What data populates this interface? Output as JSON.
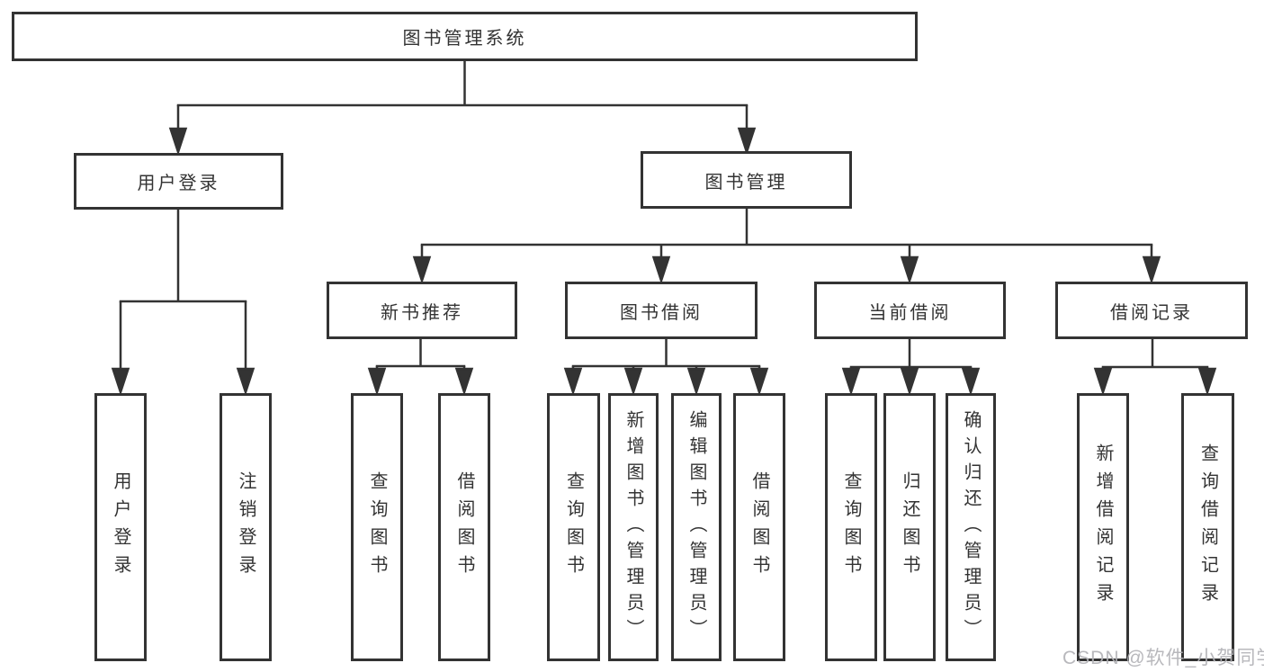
{
  "tree": {
    "label": "图书管理系统",
    "children": [
      {
        "label": "用户登录",
        "children": [
          {
            "label": "用户登录"
          },
          {
            "label": "注销登录"
          }
        ]
      },
      {
        "label": "图书管理",
        "children": [
          {
            "label": "新书推荐",
            "children": [
              {
                "label": "查询图书"
              },
              {
                "label": "借阅图书"
              }
            ]
          },
          {
            "label": "图书借阅",
            "children": [
              {
                "label": "查询图书"
              },
              {
                "label": "新增图书（管理员）"
              },
              {
                "label": "编辑图书（管理员）"
              },
              {
                "label": "借阅图书"
              }
            ]
          },
          {
            "label": "当前借阅",
            "children": [
              {
                "label": "查询图书"
              },
              {
                "label": "归还图书"
              },
              {
                "label": "确认归还（管理员）"
              }
            ]
          },
          {
            "label": "借阅记录",
            "children": [
              {
                "label": "新增借阅记录"
              },
              {
                "label": "查询借阅记录"
              }
            ]
          }
        ]
      }
    ]
  },
  "watermark": {
    "text": "CSDN @软件_小贺同学"
  },
  "colors": {
    "line": "#333333",
    "text": "#333333",
    "watermark": "#b2b2b6",
    "background": "#ffffff"
  }
}
